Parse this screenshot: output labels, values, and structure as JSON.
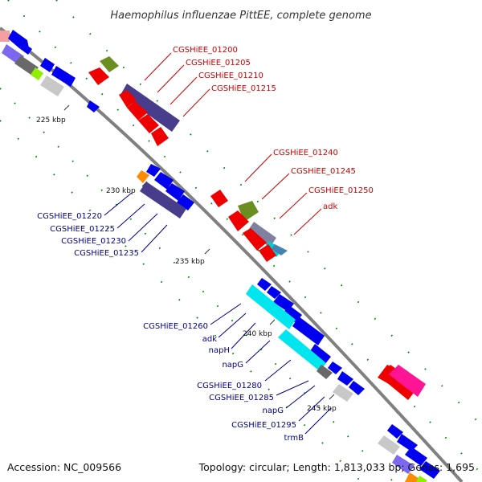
{
  "title": "Haemophilus influenzae PittEE, complete genome",
  "footer": {
    "accession": "Accession: NC_009566",
    "stats": "Topology: circular; Length: 1,813,033 bp; Genes: 1,695"
  },
  "ticks": [
    "225 kbp",
    "230 kbp",
    "235 kbp",
    "240 kbp",
    "245 kbp"
  ],
  "labels_red": [
    "CGSHiEE_01200",
    "CGSHiEE_01205",
    "CGSHiEE_01210",
    "CGSHiEE_01215",
    "CGSHiEE_01240",
    "CGSHiEE_01245",
    "CGSHiEE_01250",
    "adk"
  ],
  "labels_blue": [
    "CGSHiEE_01220",
    "CGSHiEE_01225",
    "CGSHiEE_01230",
    "CGSHiEE_01235",
    "CGSHiEE_01260",
    "adk",
    "napH",
    "napG",
    "CGSHiEE_01280",
    "CGSHiEE_01285",
    "napG",
    "CGSHiEE_01295",
    "trmB"
  ],
  "colors": {
    "backbone": "#808080",
    "red": "#ee0000",
    "blue": "#0000ee",
    "slate": "#483d8b",
    "olive": "#6b8e23",
    "cyan": "#00eeee",
    "orange": "#ff8c00",
    "pink": "#ff1493",
    "gray": "#bebebe",
    "dark_gray": "#696969",
    "green_dots": "#008000"
  }
}
